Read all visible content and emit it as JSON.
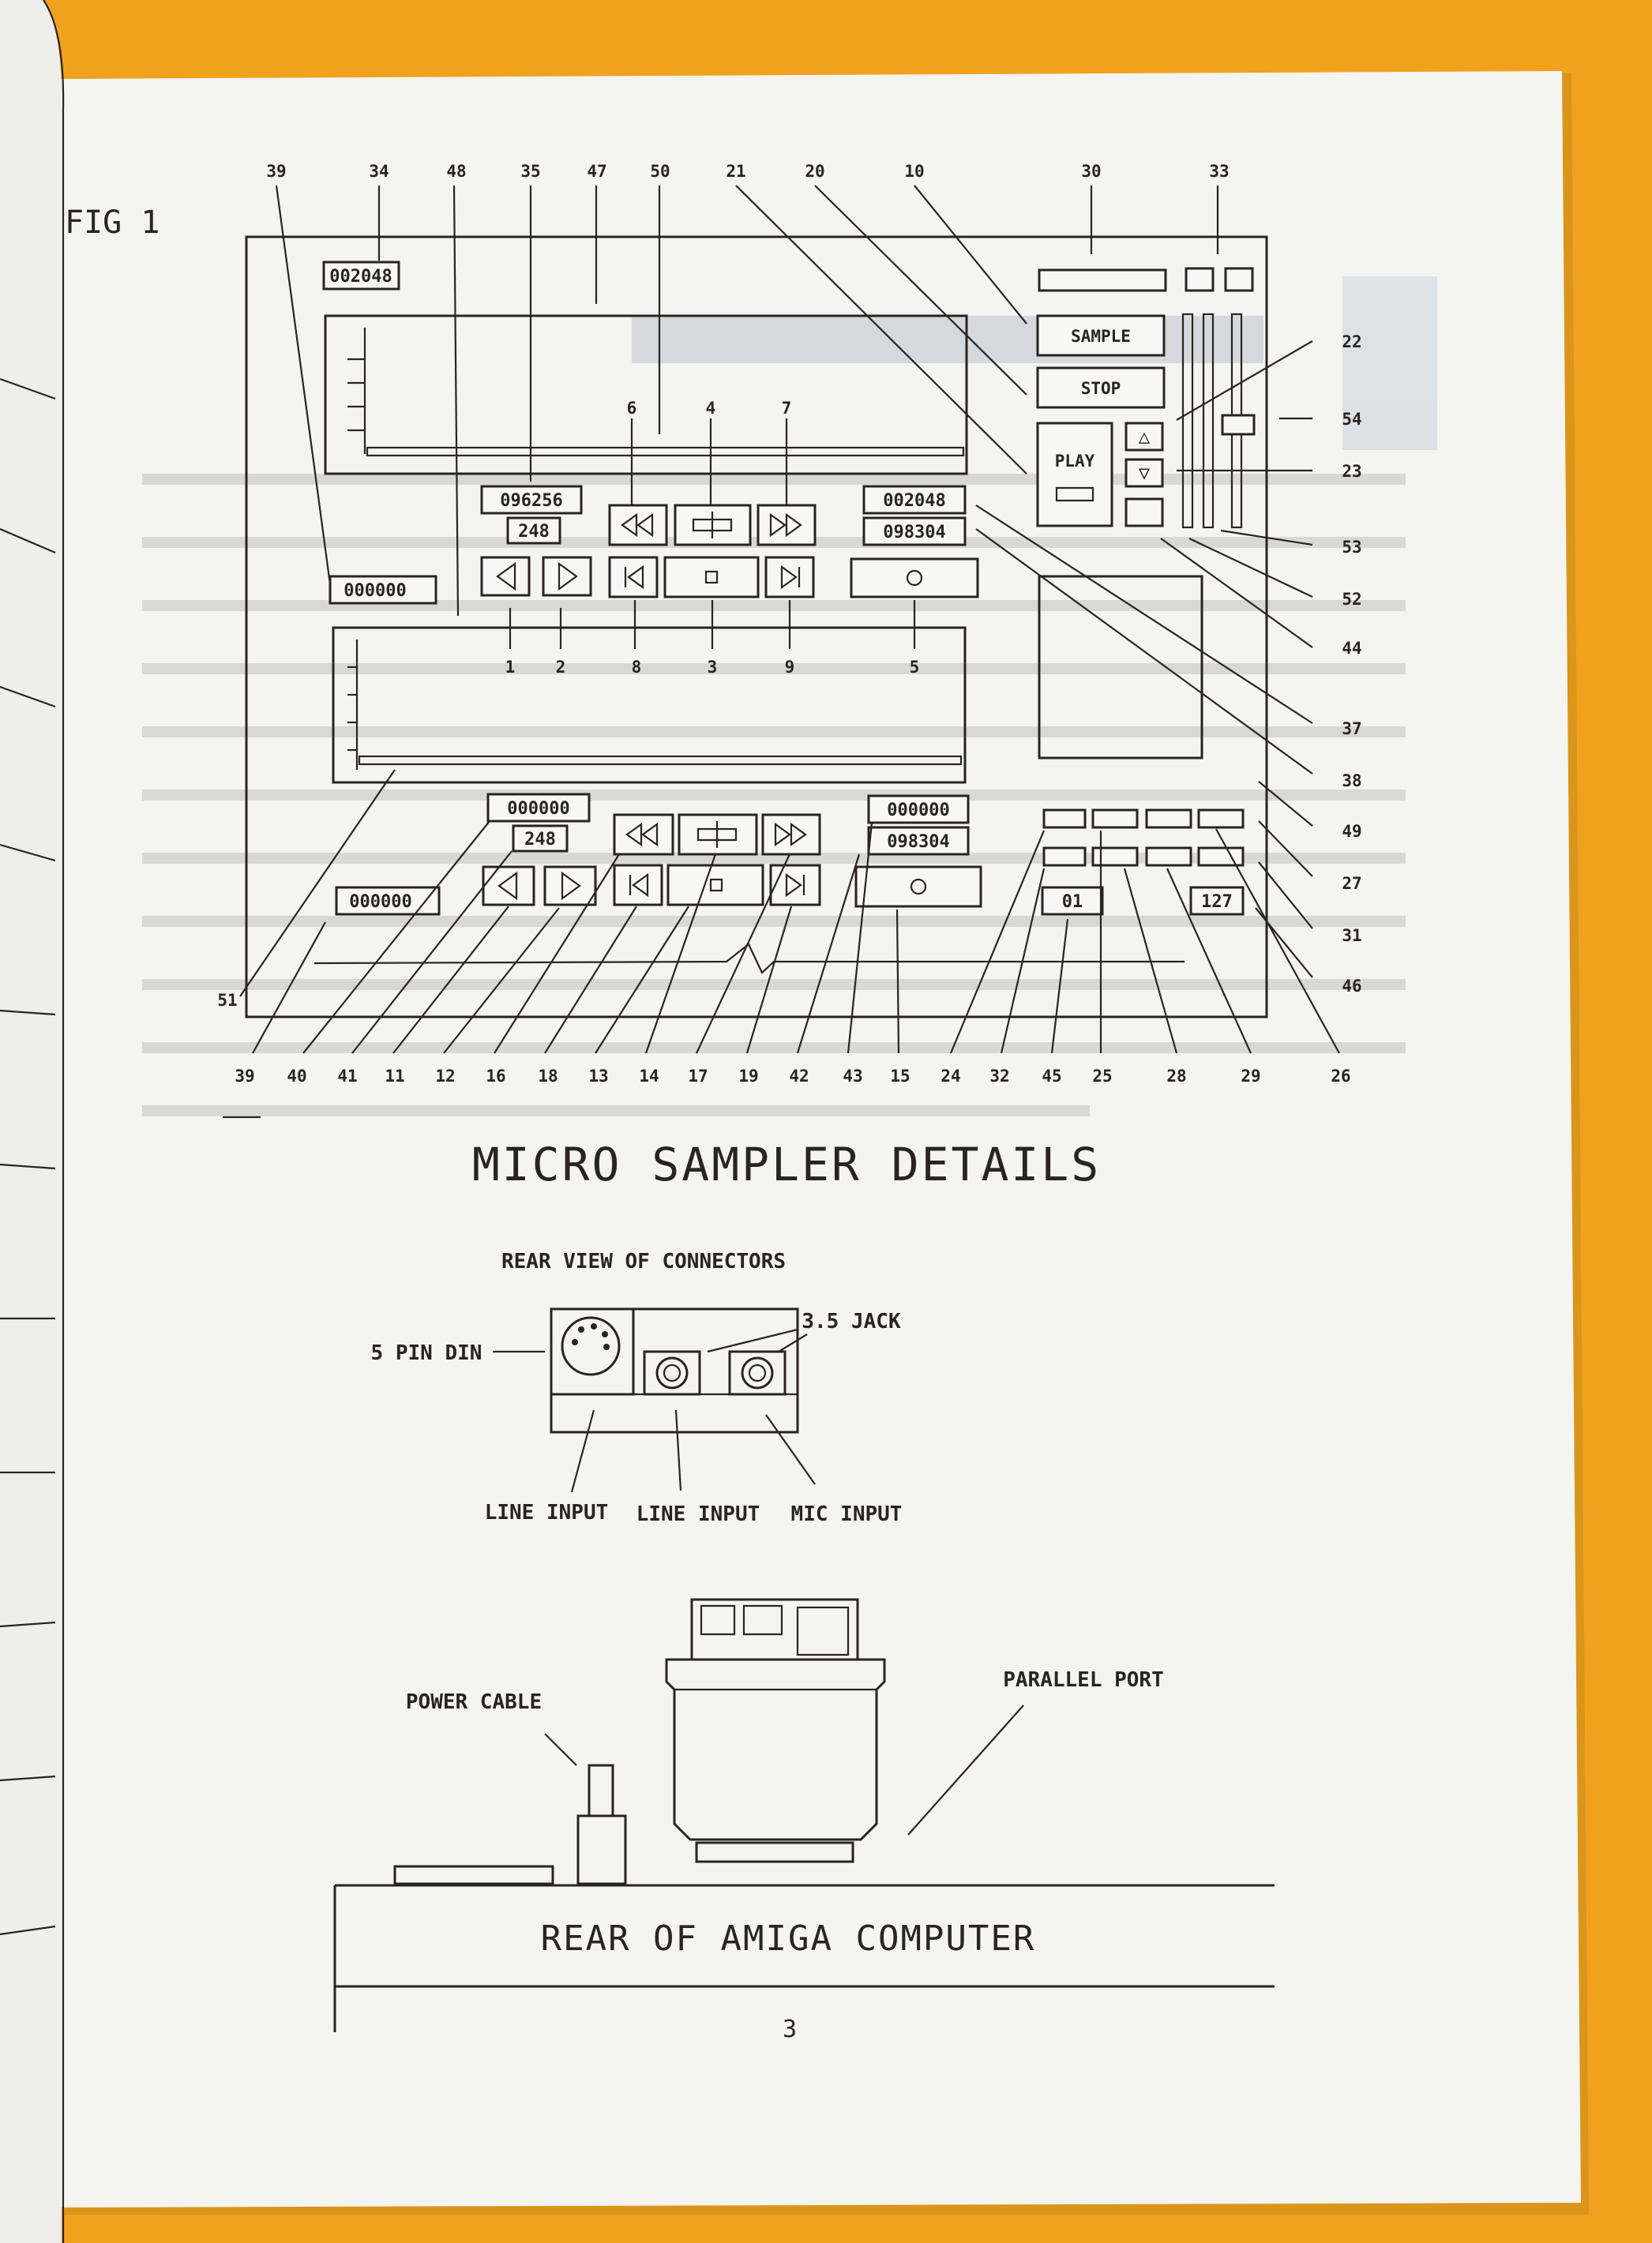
{
  "page": {
    "fig_label": "FIG 1",
    "title": "MICRO SAMPLER DETAILS",
    "page_number": "3"
  },
  "panel": {
    "counter_top_left": "002048",
    "sample_label": "SAMPLE",
    "stop_label": "STOP",
    "play_label": "PLAY",
    "up_arrow": "△",
    "down_arrow": "▽",
    "ch1": {
      "pos": "096256",
      "size": "248",
      "left": "000000",
      "start": "002048",
      "end": "098304"
    },
    "ch2": {
      "pos": "000000",
      "size": "248",
      "left": "000000",
      "start": "000000",
      "end": "098304"
    },
    "channel_box": "01",
    "velocity_box": "127"
  },
  "callouts": {
    "top": [
      "39",
      "34",
      "48",
      "35",
      "47",
      "50",
      "21",
      "20",
      "10",
      "30",
      "33"
    ],
    "transport_top": [
      "6",
      "4",
      "7"
    ],
    "transport_under": [
      "1",
      "2",
      "8",
      "3",
      "9",
      "5"
    ],
    "right": [
      "22",
      "54",
      "23",
      "53",
      "52",
      "44",
      "37",
      "38",
      "49",
      "27",
      "31",
      "46"
    ],
    "left": [
      "51"
    ],
    "bottom": [
      "39",
      "40",
      "41",
      "11",
      "12",
      "16",
      "18",
      "13",
      "14",
      "17",
      "19",
      "42",
      "43",
      "15",
      "24",
      "32",
      "45",
      "25",
      "28",
      "29",
      "26"
    ]
  },
  "connectors": {
    "heading": "REAR VIEW OF CONNECTORS",
    "din": "5 PIN DIN",
    "jack": "3.5 JACK",
    "line1": "LINE INPUT",
    "line2": "LINE INPUT",
    "mic": "MIC INPUT"
  },
  "amiga": {
    "power": "POWER CABLE",
    "parallel": "PARALLEL PORT",
    "rear": "REAR OF AMIGA COMPUTER"
  }
}
